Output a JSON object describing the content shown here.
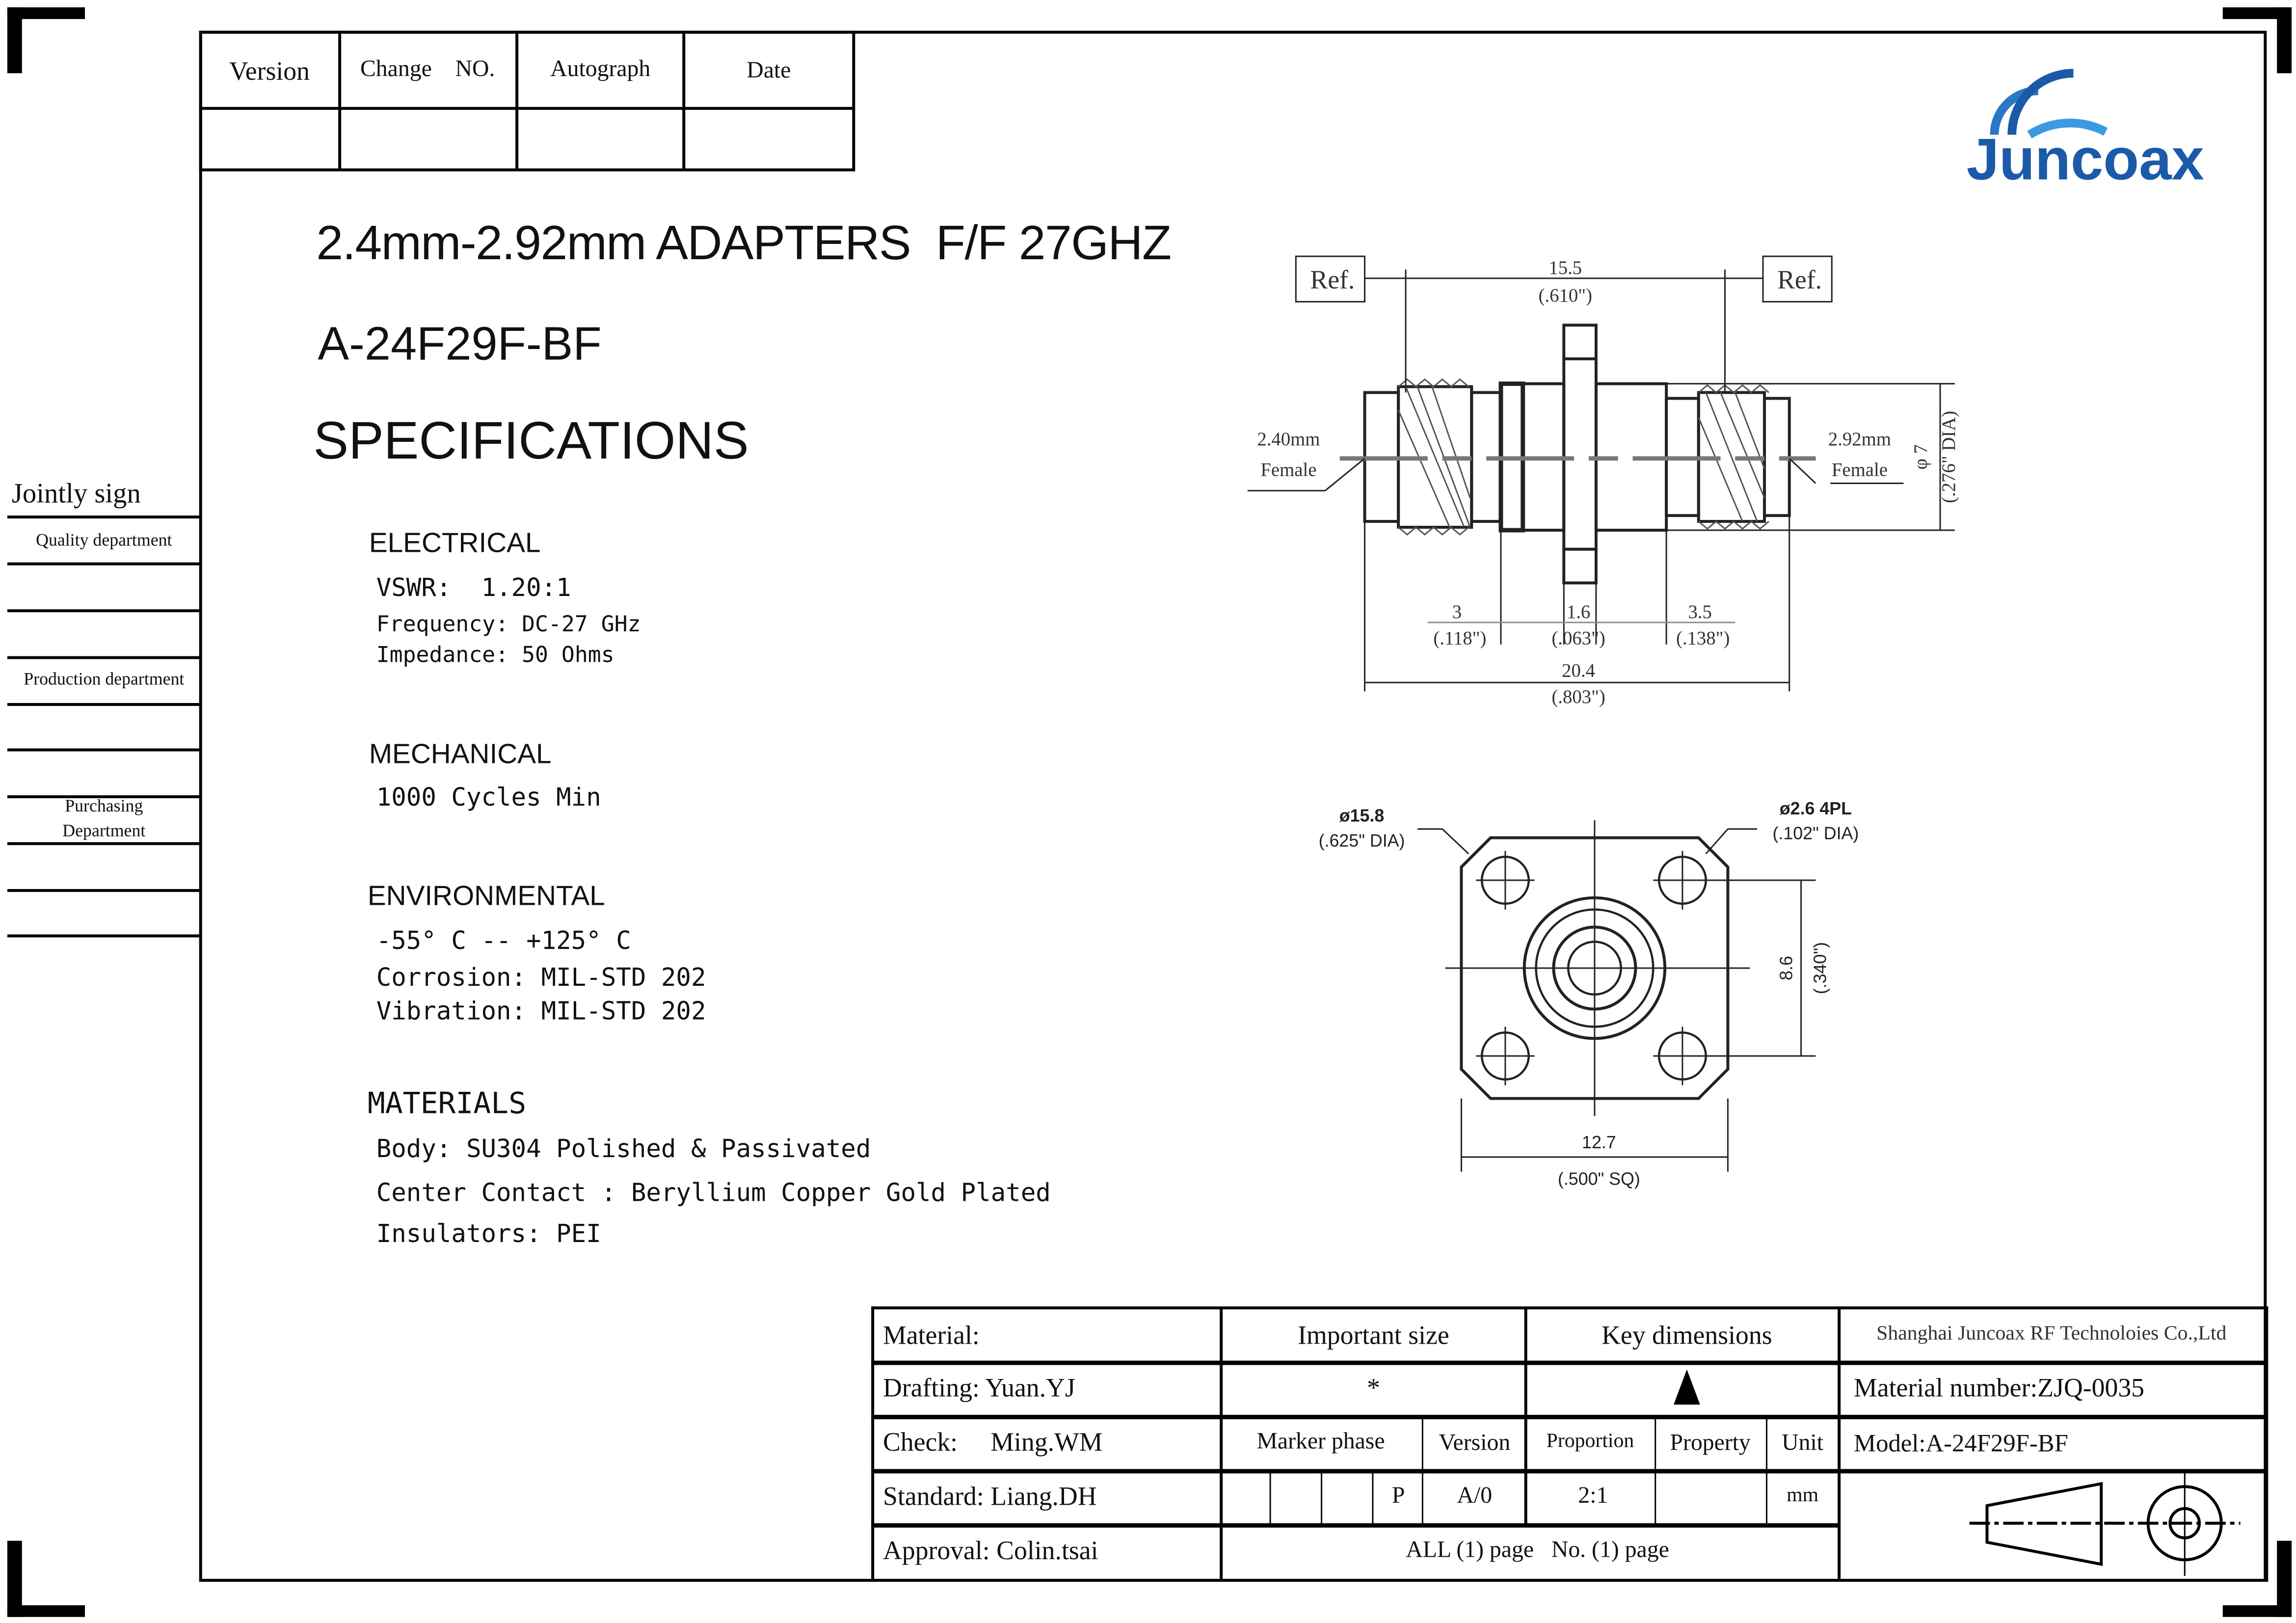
{
  "revision_table": {
    "headers": [
      "Version",
      "Change    NO.",
      "Autograph",
      "Date"
    ]
  },
  "jointly_sign": {
    "title": "Jointly sign",
    "departments": [
      "Quality department",
      "Production department",
      "Purchasing Department"
    ]
  },
  "logo": {
    "text": "Juncoax",
    "color": "#1a5aa8"
  },
  "title": {
    "product": "2.4mm-2.92mm ADAPTERS  F/F 27GHZ",
    "model": "A-24F29F-BF",
    "section": "SPECIFICATIONS"
  },
  "specs": {
    "electrical": {
      "heading": "ELECTRICAL",
      "lines": [
        "VSWR:  1.20:1",
        "Frequency: DC-27 GHz",
        "Impedance: 50 Ohms"
      ]
    },
    "mechanical": {
      "heading": "MECHANICAL",
      "lines": [
        "1000 Cycles Min"
      ]
    },
    "environmental": {
      "heading": "ENVIRONMENTAL",
      "lines": [
        "-55° C -- +125° C",
        "Corrosion: MIL-STD 202",
        "Vibration: MIL-STD 202"
      ]
    },
    "materials": {
      "heading": "MATERIALS",
      "lines": [
        "Body: SU304 Polished & Passivated",
        "Center Contact : Beryllium Copper Gold Plated",
        "Insulators: PEI"
      ]
    }
  },
  "side_view": {
    "ref": "Ref.",
    "dim_overall_ref": "15.5",
    "dim_overall_ref_in": "(.610\")",
    "left_label": [
      "2.40mm",
      "Female"
    ],
    "right_label": [
      "2.92mm",
      "Female"
    ],
    "dia": "φ 7",
    "dia_in": "(.276\" DIA)",
    "dim_a": "3",
    "dim_a_in": "(.118\")",
    "dim_b": "1.6",
    "dim_b_in": "(.063\")",
    "dim_c": "3.5",
    "dim_c_in": "(.138\")",
    "dim_total": "20.4",
    "dim_total_in": "(.803\")"
  },
  "front_view": {
    "dia": "ø15.8",
    "dia_in": "(.625\"  DIA)",
    "hole": "ø2.6  4PL",
    "hole_in": "(.102\"  DIA)",
    "spacing": "8.6",
    "spacing_in": "(.340\")",
    "square": "12.7",
    "square_in": "(.500\"  SQ)"
  },
  "title_block": {
    "material": "Material:",
    "important_size": "Important size",
    "key_dimensions": "Key dimensions",
    "company": "Shanghai Juncoax RF Technoloies Co.,Ltd",
    "drafting": "Drafting: Yuan.YJ",
    "important_mark": "*",
    "material_number": "Material number:ZJQ-0035",
    "check": "Check:     Ming.WM",
    "marker_phase": "Marker phase",
    "version": "Version",
    "proportion": "Proportion",
    "property": "Property",
    "unit": "Unit",
    "model": "Model:A-24F29F-BF",
    "standard": "Standard: Liang.DH",
    "phase_value": "P",
    "version_value": "A/0",
    "proportion_value": "2:1",
    "unit_value": "mm",
    "approval": "Approval: Colin.tsai",
    "pages": "ALL (1) page   No. (1) page"
  }
}
